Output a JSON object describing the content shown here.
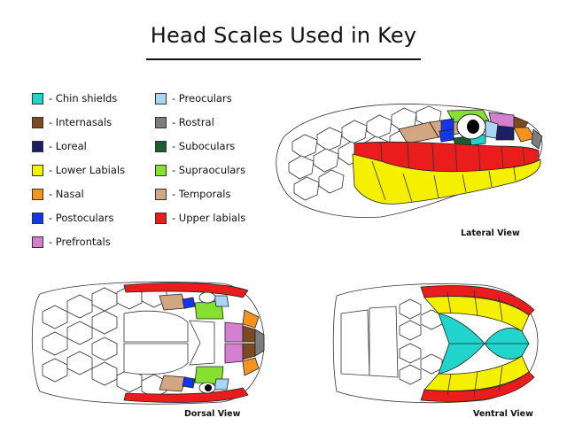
{
  "title": "Head Scales Used in Key",
  "legend": [
    {
      "label": "- Chin shields",
      "color": "#21d4cc"
    },
    {
      "label": "- Internasals",
      "color": "#7b4a1e"
    },
    {
      "label": "- Loreal",
      "color": "#1c1f63"
    },
    {
      "label": "- Lower Labials",
      "color": "#f5ef00"
    },
    {
      "label": "- Nasal",
      "color": "#f5931e"
    },
    {
      "label": "- Postoculars",
      "color": "#1535e8"
    },
    {
      "label": "- Prefrontals",
      "color": "#d57fd0"
    },
    {
      "label": "- Preoculars",
      "color": "#a8d6f5"
    },
    {
      "label": "- Rostral",
      "color": "#7d7d7d"
    },
    {
      "label": "- Suboculars",
      "color": "#1a5e2e"
    },
    {
      "label": "- Supraoculars",
      "color": "#86e030"
    },
    {
      "label": "- Temporals",
      "color": "#d2a680"
    },
    {
      "label": "- Upper labials",
      "color": "#ea1c1c"
    }
  ],
  "views": {
    "lateral": "Lateral View",
    "dorsal": "Dorsal View",
    "ventral": "Ventral View"
  }
}
